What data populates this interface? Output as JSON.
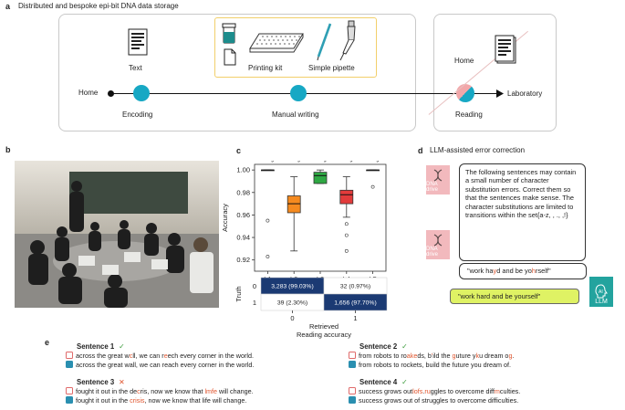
{
  "panel_a": {
    "label": "a",
    "title": "Distributed and bespoke epi-bit DNA data storage",
    "text_label": "Text",
    "printing_kit_label": "Printing kit",
    "pipette_label": "Simple pipette",
    "home_left": "Home",
    "encoding": "Encoding",
    "manual_writing": "Manual writing",
    "home_right": "Home",
    "reading": "Reading",
    "laboratory": "Laboratory",
    "colors": {
      "teal": "#17a8c4",
      "pink": "#f2a7a9",
      "yellow": "#f2cf6a"
    }
  },
  "panel_b": {
    "label": "b"
  },
  "panel_c": {
    "label": "c",
    "chart_data": [
      {
        "type": "box",
        "ylabel": "Accuracy",
        "ylim": [
          0.91,
          1.005
        ],
        "yticks": [
          "1.00",
          "0.98",
          "0.96",
          "0.94",
          "0.92"
        ],
        "ytick_values": [
          1.0,
          0.98,
          0.96,
          0.94,
          0.92
        ],
        "categories": [
          "L1",
          "L2",
          "L3",
          "L4",
          "L5"
        ],
        "top_labels": [
          "99.18%",
          "96.76%",
          "99.48%",
          "97.68%",
          "99.90%"
        ],
        "box_colors": [
          "#ffffff",
          "#f58a1f",
          "#2ea843",
          "#e23b3b",
          "#ffffff"
        ],
        "boxes": [
          {
            "q1": 1.0,
            "median": 1.0,
            "q3": 1.0,
            "whisker_low": 1.0,
            "whisker_high": 1.0,
            "outliers": [
              0.955,
              0.923
            ]
          },
          {
            "q1": 0.962,
            "median": 0.97,
            "q3": 0.977,
            "whisker_low": 0.928,
            "whisker_high": 0.994,
            "outliers": []
          },
          {
            "q1": 0.988,
            "median": 0.995,
            "q3": 0.998,
            "whisker_low": 0.988,
            "whisker_high": 1.0,
            "outliers": []
          },
          {
            "q1": 0.97,
            "median": 0.978,
            "q3": 0.982,
            "whisker_low": 0.958,
            "whisker_high": 0.994,
            "outliers": [
              0.952,
              0.942,
              0.928
            ]
          },
          {
            "q1": 1.0,
            "median": 1.0,
            "q3": 1.0,
            "whisker_low": 1.0,
            "whisker_high": 1.0,
            "outliers": [
              0.985
            ]
          }
        ]
      },
      {
        "type": "table",
        "title": "Reading accuracy",
        "ylabel": "Truth",
        "xlabel": "Retrieved",
        "row_labels": [
          "0",
          "1"
        ],
        "col_labels": [
          "0",
          "1"
        ],
        "cells": [
          [
            "3,283 (99.03%)",
            "32 (0.97%)"
          ],
          [
            "39 (2.30%)",
            "1,656 (97.70%)"
          ]
        ],
        "highlight": [
          [
            true,
            false
          ],
          [
            false,
            true
          ]
        ]
      }
    ]
  },
  "panel_d": {
    "label": "d",
    "title": "LLM-assisted error correction",
    "dna_drive": "DNA drive",
    "prompt": "The following sentences may contain a small number of character substitution errors. Correct them so that the sentences make sense. The character substitutions are limited to transitions within the set{a-z, , ., ,!}",
    "query_parts": [
      "\"work ha",
      "y",
      "d and be yo",
      "h",
      "rself\""
    ],
    "answer": "\"work hard and be yourself\"",
    "llm": "LLM"
  },
  "panel_e": {
    "label": "e",
    "sentences": [
      {
        "title": "Sentence 1",
        "status": "✓",
        "ok": true,
        "raw": [
          [
            "across the great w",
            false
          ],
          [
            "c",
            true
          ],
          [
            "ll, we can r",
            false
          ],
          [
            "e",
            true
          ],
          [
            "ech every corner in the world.",
            false
          ]
        ],
        "corrected": [
          [
            "across the great wall, we can reach every corner in the world.",
            false
          ]
        ]
      },
      {
        "title": "Sentence 2",
        "status": "✓",
        "ok": true,
        "raw": [
          [
            "from robots to ro",
            false
          ],
          [
            "ake",
            true
          ],
          [
            "ds, b",
            false
          ],
          [
            "'",
            true
          ],
          [
            "ild the ",
            false
          ],
          [
            "g",
            true
          ],
          [
            "uture y",
            false
          ],
          [
            "k",
            true
          ],
          [
            "u dream o",
            false
          ],
          [
            "g",
            true
          ],
          [
            ".",
            false
          ]
        ],
        "corrected": [
          [
            "from robots to rockets, build the future you dream of.",
            false
          ]
        ]
      },
      {
        "title": "Sentence 3",
        "status": "✕",
        "ok": false,
        "raw": [
          [
            "fought it out in the de",
            false
          ],
          [
            "c",
            true
          ],
          [
            "ris, now we know that ",
            false
          ],
          [
            "lmfe",
            true
          ],
          [
            " will change.",
            false
          ]
        ],
        "corrected": [
          [
            "fought it out in the ",
            false
          ],
          [
            "crisis",
            true
          ],
          [
            ", now we know that life will change.",
            false
          ]
        ]
      },
      {
        "title": "Sentence 4",
        "status": "✓",
        "ok": true,
        "raw": [
          [
            "success grows out",
            false
          ],
          [
            "lofs",
            true
          ],
          [
            ".",
            false
          ],
          [
            "ru",
            true
          ],
          [
            "ggles to overcome diff",
            false
          ],
          [
            "m",
            true
          ],
          [
            "culties.",
            false
          ]
        ],
        "corrected": [
          [
            "success grows out of struggles to overcome difficulties.",
            false
          ]
        ]
      }
    ]
  }
}
